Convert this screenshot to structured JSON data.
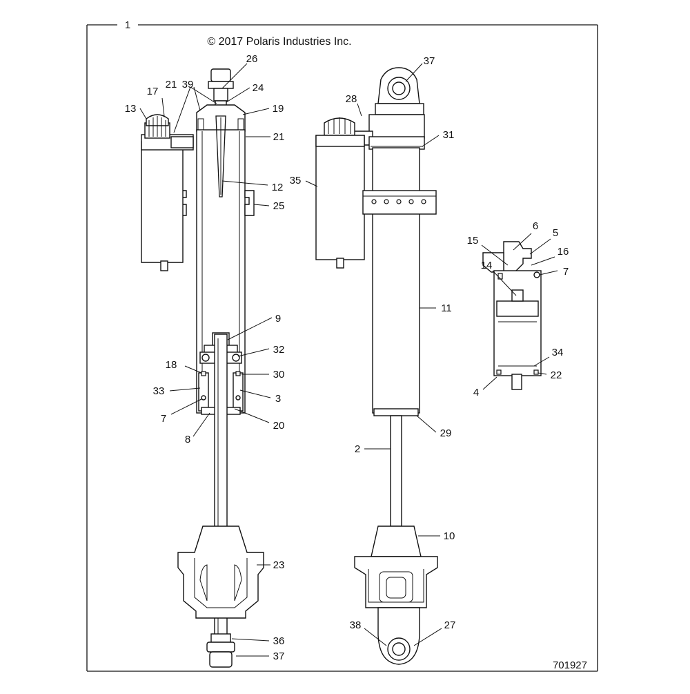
{
  "copyright": "© 2017 Polaris Industries Inc.",
  "figure_number": "701927",
  "frame_callout": "1",
  "callouts": {
    "c26": "26",
    "c17": "17",
    "c21a": "21",
    "c39": "39",
    "c24": "24",
    "c13": "13",
    "c19": "19",
    "c21b": "21",
    "c12": "12",
    "c25": "25",
    "c9": "9",
    "c32": "32",
    "c18": "18",
    "c30": "30",
    "c33": "33",
    "c3": "3",
    "c7a": "7",
    "c20": "20",
    "c8": "8",
    "c23": "23",
    "c36": "36",
    "c37a": "37",
    "c37b": "37",
    "c28": "28",
    "c31": "31",
    "c35": "35",
    "c11": "11",
    "c29": "29",
    "c2": "2",
    "c10": "10",
    "c38": "38",
    "c27": "27",
    "c6": "6",
    "c5": "5",
    "c15": "15",
    "c16": "16",
    "c7b": "7",
    "c14": "14",
    "c34": "34",
    "c22": "22",
    "c4": "4"
  }
}
